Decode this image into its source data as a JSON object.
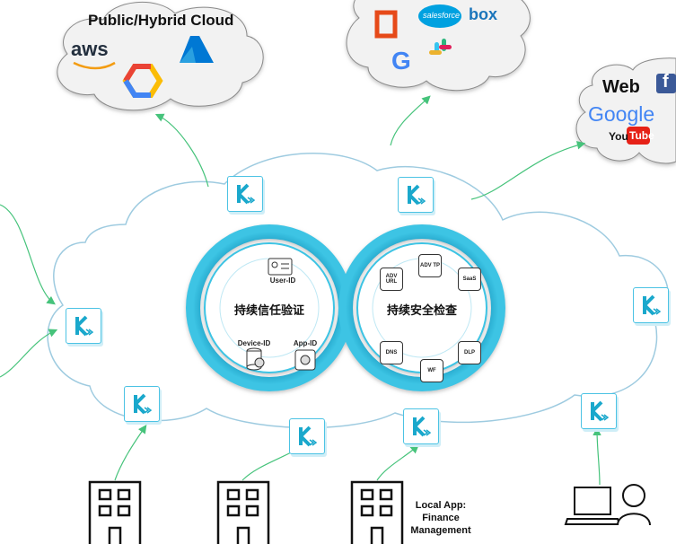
{
  "clouds": {
    "public_hybrid": {
      "title": "Public/Hybrid Cloud",
      "providers": [
        {
          "name": "aws",
          "icon": "aws-icon"
        },
        {
          "name": "google-cloud",
          "icon": "google-cloud-icon"
        },
        {
          "name": "azure",
          "icon": "azure-icon"
        }
      ]
    },
    "saas": {
      "title": "SaaS",
      "apps": [
        {
          "label": "",
          "icon": "office-icon"
        },
        {
          "label": "salesforce",
          "icon": "salesforce-icon"
        },
        {
          "label": "box",
          "icon": "box-icon"
        },
        {
          "label": "G",
          "icon": "google-g-icon"
        },
        {
          "label": "",
          "icon": "slack-icon"
        }
      ]
    },
    "web": {
      "title": "Web",
      "apps": [
        {
          "label": "Google",
          "icon": "google-wordmark"
        },
        {
          "label": "You",
          "icon": "youtube-icon"
        },
        {
          "label": "Tube",
          "icon": "youtube-icon"
        },
        {
          "label": "f",
          "icon": "facebook-icon"
        }
      ]
    },
    "aws_text": "aws"
  },
  "center": {
    "left_ring": {
      "label": "持续信任验证",
      "items": [
        {
          "label": "User-ID",
          "icon": "user-id-card-icon"
        },
        {
          "label": "Device-ID",
          "icon": "device-id-icon"
        },
        {
          "label": "App-ID",
          "icon": "app-id-icon"
        }
      ]
    },
    "right_ring": {
      "label": "持续安全检查",
      "chips": [
        "ADV TP",
        "SaaS",
        "DLP",
        "WF",
        "DNS",
        "ADV URL"
      ]
    }
  },
  "local_app": {
    "lines": [
      "Local App:",
      "Finance",
      "Management"
    ]
  },
  "colors": {
    "ring": "#1aa8cc",
    "ring_light": "#5fd0ea",
    "cloud_outline": "#9ecbe0",
    "arrow": "#46c37b",
    "node_border": "#4cc3e4",
    "node_icon": "#1aa8cc"
  }
}
